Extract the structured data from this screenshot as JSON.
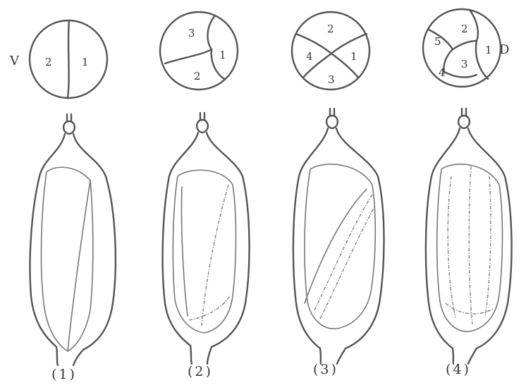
{
  "side_labels": {
    "left": "V",
    "right": "D"
  },
  "stages": [
    {
      "caption": "(1)",
      "segments": [
        "2",
        "1"
      ]
    },
    {
      "caption": "(2)",
      "segments": [
        "3",
        "1",
        "2"
      ]
    },
    {
      "caption": "(3)",
      "segments": [
        "2",
        "4",
        "1",
        "3"
      ]
    },
    {
      "caption": "(4)",
      "segments": [
        "2",
        "5",
        "1",
        "3",
        "4"
      ]
    }
  ]
}
